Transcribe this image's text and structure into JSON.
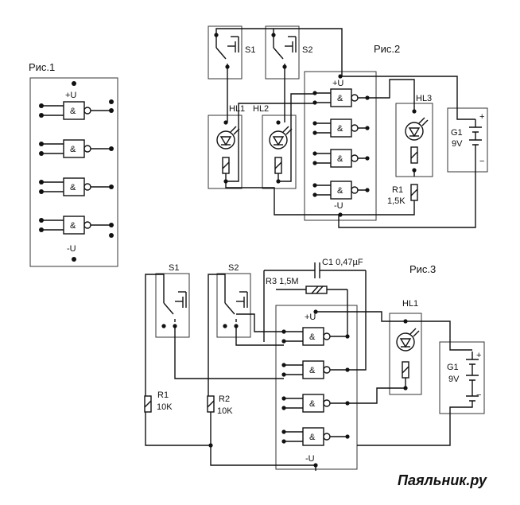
{
  "figures": {
    "fig1": {
      "title": "Рис.1",
      "pos_supply": "+U",
      "neg_supply": "-U",
      "gate_symbol": "&"
    },
    "fig2": {
      "title": "Рис.2",
      "switch_a": "S1",
      "switch_b": "S2",
      "led_a": "HL1",
      "led_b": "HL2",
      "led_c": "HL3",
      "resistor": "R1",
      "resistor_value": "1,5K",
      "battery": "G1",
      "battery_voltage": "9V",
      "pos_supply": "+U",
      "neg_supply": "-U",
      "gate_symbol": "&",
      "battery_plus": "+",
      "battery_minus": "−"
    },
    "fig3": {
      "title": "Рис.3",
      "switch_a": "S1",
      "switch_b": "S2",
      "capacitor": "C1 0,47µF",
      "resistor_r3": "R3 1,5M",
      "led": "HL1",
      "resistor_r1": "R1",
      "resistor_r1_value": "10K",
      "resistor_r2": "R2",
      "resistor_r2_value": "10K",
      "battery": "G1",
      "battery_voltage": "9V",
      "pos_supply": "+U",
      "neg_supply": "-U",
      "gate_symbol": "&",
      "battery_plus": "+",
      "battery_minus": "−"
    }
  },
  "watermark": "Паяльник.ру"
}
